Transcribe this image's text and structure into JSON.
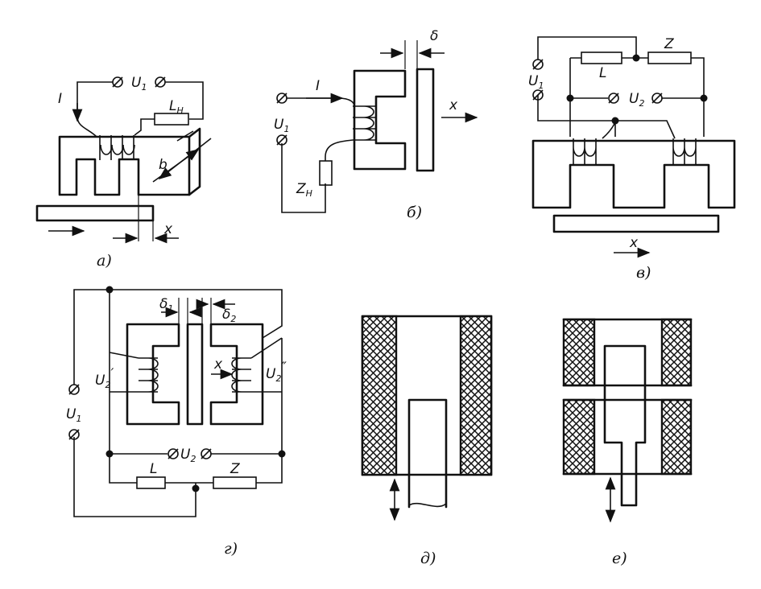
{
  "labels": {
    "a_I": "I",
    "a_U1": "U",
    "a_U1_sub": "1",
    "a_LH": "L",
    "a_LH_sub": "H",
    "a_b": "b",
    "a_x": "x",
    "b_delta": "δ",
    "b_I": "I",
    "b_U1": "U",
    "b_U1_sub": "1",
    "b_ZH": "Z",
    "b_ZH_sub": "H",
    "b_x": "x",
    "c_U1": "U",
    "c_U1_sub": "1",
    "c_L": "L",
    "c_Z": "Z",
    "c_U2": "U",
    "c_U2_sub": "2",
    "c_x": "x",
    "d_delta1": "δ",
    "d_delta1_sub": "1",
    "d_delta2": "δ",
    "d_delta2_sub": "2",
    "d_U2p": "U",
    "d_U2p_sub": "2",
    "d_U2p_mark": "′",
    "d_U2pp": "U",
    "d_U2pp_sub": "2",
    "d_U2pp_mark": "″",
    "d_x": "x",
    "d_U1": "U",
    "d_U1_sub": "1",
    "d_U2": "U",
    "d_U2_sub": "2",
    "d_L": "L",
    "d_Z": "Z"
  },
  "captions": {
    "a": "а)",
    "b": "б)",
    "c": "в)",
    "d": "г)",
    "e": "д)",
    "f": "е)"
  }
}
